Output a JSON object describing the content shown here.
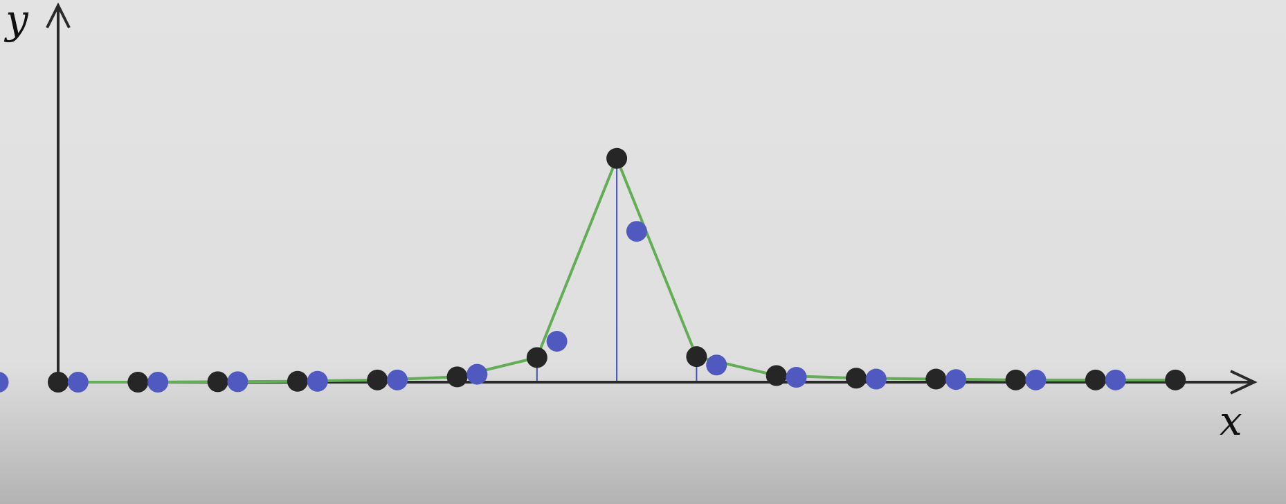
{
  "chart_data": {
    "type": "scatter",
    "title": "",
    "xlabel": "x",
    "ylabel": "y",
    "xlim": [
      -0.75,
      14.7
    ],
    "ylim": [
      -0.5,
      4.2
    ],
    "grid": false,
    "legend": "none",
    "colors": {
      "axis": "#2a2a2a",
      "black_points": "#262626",
      "blue_points": "#5059c0",
      "green_line": "#62ad55",
      "stems": "#4450b8"
    },
    "series": [
      {
        "values_black": [
          {
            "x": 0,
            "y": 0.0
          },
          {
            "x": 1,
            "y": 0.0
          },
          {
            "x": 2,
            "y": 0.01
          },
          {
            "x": 3,
            "y": 0.02
          },
          {
            "x": 4,
            "y": 0.05
          },
          {
            "x": 5,
            "y": 0.12
          },
          {
            "x": 6,
            "y": 0.56
          },
          {
            "x": 7,
            "y": 5.09
          },
          {
            "x": 8,
            "y": 0.58
          },
          {
            "x": 9,
            "y": 0.15
          },
          {
            "x": 10,
            "y": 0.09
          },
          {
            "x": 11,
            "y": 0.07
          },
          {
            "x": 12,
            "y": 0.05
          },
          {
            "x": 13,
            "y": 0.05
          },
          {
            "x": 14,
            "y": 0.05
          }
        ]
      },
      {
        "values_blue": [
          {
            "x": -0.75,
            "y": 0.0
          },
          {
            "x": 0.25,
            "y": 0.0
          },
          {
            "x": 1.25,
            "y": 0.0
          },
          {
            "x": 2.25,
            "y": 0.01
          },
          {
            "x": 3.25,
            "y": 0.02
          },
          {
            "x": 4.25,
            "y": 0.05
          },
          {
            "x": 5.25,
            "y": 0.18
          },
          {
            "x": 6.25,
            "y": 0.93
          },
          {
            "x": 7.25,
            "y": 3.43
          },
          {
            "x": 8.25,
            "y": 0.39
          },
          {
            "x": 9.25,
            "y": 0.11
          },
          {
            "x": 10.25,
            "y": 0.07
          },
          {
            "x": 11.25,
            "y": 0.06
          },
          {
            "x": 12.25,
            "y": 0.05
          },
          {
            "x": 13.25,
            "y": 0.05
          }
        ]
      }
    ],
    "stems": [
      6,
      7,
      8
    ]
  }
}
